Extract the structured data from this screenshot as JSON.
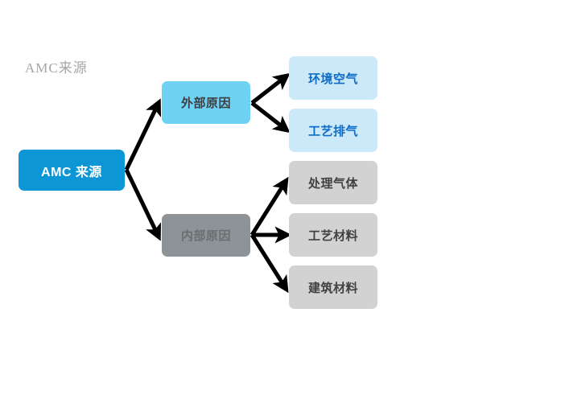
{
  "diagram": {
    "title": "AMC来源",
    "title_color": "#a6a6a6",
    "background": "#ffffff",
    "root": {
      "label": "AMC 来源",
      "fill": "#0d96d5",
      "text_color": "#ffffff"
    },
    "branches": [
      {
        "id": "external",
        "label": "外部原因",
        "fill": "#6ed2f5",
        "text_color": "#3c4043",
        "children": [
          {
            "label": "环境空气",
            "fill": "#cce9f9",
            "text_color": "#0b6dc8"
          },
          {
            "label": "工艺排气",
            "fill": "#cce9f9",
            "text_color": "#0b6dc8"
          }
        ]
      },
      {
        "id": "internal",
        "label": "内部原因",
        "fill": "#8d9396",
        "text_color": "#6a6f72",
        "children": [
          {
            "label": "处理气体",
            "fill": "#d2d2d2",
            "text_color": "#414141"
          },
          {
            "label": "工艺材料",
            "fill": "#d2d2d2",
            "text_color": "#414141"
          },
          {
            "label": "建筑材料",
            "fill": "#d2d2d2",
            "text_color": "#414141"
          }
        ]
      }
    ],
    "connectors": {
      "color": "#000000",
      "stroke_width": 5,
      "count": 7
    }
  }
}
